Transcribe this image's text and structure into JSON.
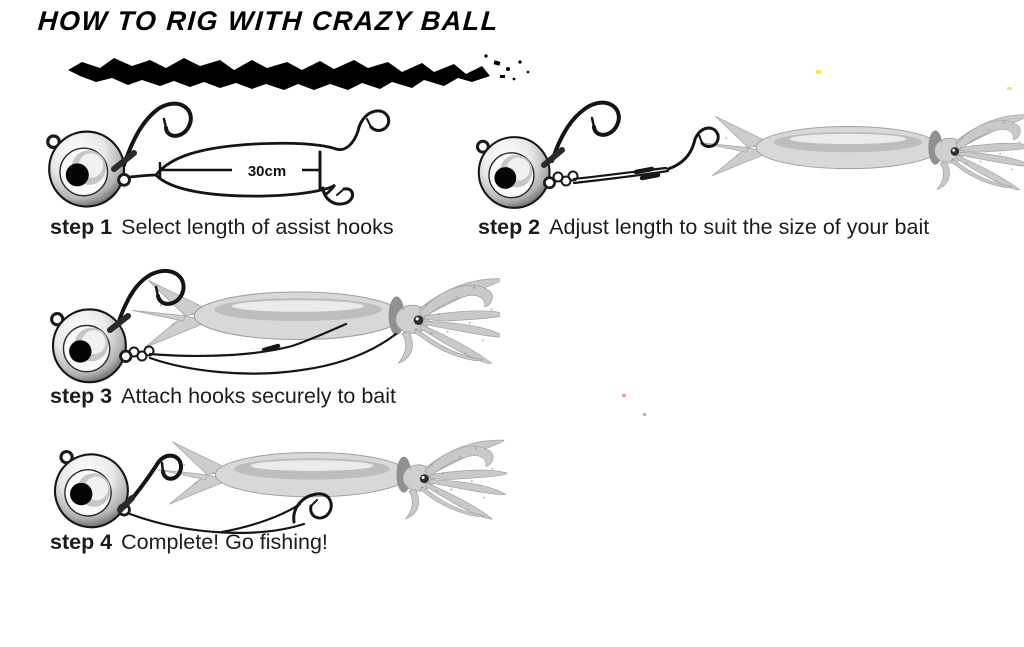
{
  "title": "HOW TO RIG WITH CRAZY BALL",
  "steps": [
    {
      "label": "step 1",
      "caption": "Select length of assist hooks",
      "dimension_label": "30cm"
    },
    {
      "label": "step 2",
      "caption": "Adjust length to suit the size of your bait"
    },
    {
      "label": "step 3",
      "caption": "Attach hooks securely to bait"
    },
    {
      "label": "step 4",
      "caption": "Complete! Go fishing!"
    }
  ],
  "colors": {
    "ink": "#141414",
    "squid_body": "#d6d6d6",
    "squid_detail": "#9e9e9e",
    "speck_yellow": "#ffe14d",
    "speck_pink": "#e89890",
    "background": "#ffffff"
  }
}
